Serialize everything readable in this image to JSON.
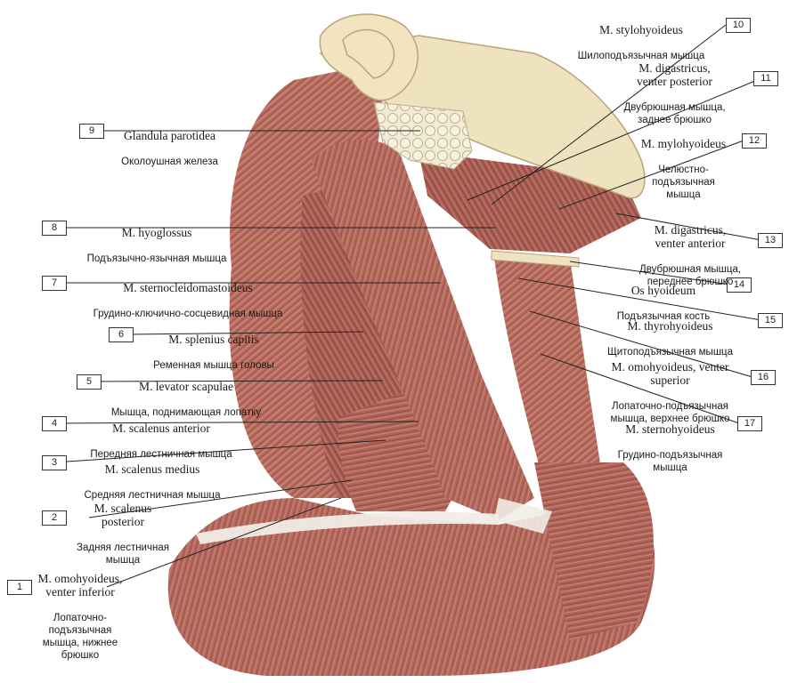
{
  "labels": [
    {
      "num": "1",
      "latin": "M. omohyoideus,\nventer inferior",
      "russian": "Лопаточно-\nподъязычная\nмышца, нижнее\nбрюшко"
    },
    {
      "num": "2",
      "latin": "M. scalenus\nposterior",
      "russian": "Задняя лестничная\nмышца"
    },
    {
      "num": "3",
      "latin": "M. scalenus medius",
      "russian": "Средняя лестничная мышца"
    },
    {
      "num": "4",
      "latin": "M. scalenus anterior",
      "russian": "Передняя лестничная мышца"
    },
    {
      "num": "5",
      "latin": "M. levator scapulae",
      "russian": "Мышца, поднимающая лопатку"
    },
    {
      "num": "6",
      "latin": "M. splenius capitis",
      "russian": "Ременная мышца головы"
    },
    {
      "num": "7",
      "latin": "M. sternocleidomastoideus",
      "russian": "Грудино-ключично-сосцевидная мышца"
    },
    {
      "num": "8",
      "latin": "M. hyoglossus",
      "russian": "Подъязычно-язычная мышца"
    },
    {
      "num": "9",
      "latin": "Glandula parotidea",
      "russian": "Околоушная железа"
    },
    {
      "num": "10",
      "latin": "M. stylohyoideus",
      "russian": "Шилоподъязычная мышца"
    },
    {
      "num": "11",
      "latin": "M. digastricus,\nventer posterior",
      "russian": "Двубрюшная мышца,\nзаднее брюшко"
    },
    {
      "num": "12",
      "latin": "M. mylohyoideus",
      "russian": "Челюстно-\nподъязычная\nмышца"
    },
    {
      "num": "13",
      "latin": "M. digastricus,\nventer anterior",
      "russian": "Двубрюшная мышца,\nпереднее брюшко"
    },
    {
      "num": "14",
      "latin": "Os hyoideum",
      "russian": "Подъязычная кость"
    },
    {
      "num": "15",
      "latin": "M. thyrohyoideus",
      "russian": "Щитоподъязычная мышца"
    },
    {
      "num": "16",
      "latin": "M. omohyoideus, venter\nsuperior",
      "russian": "Лопаточно-подъязычная\nмышца, верхнее брюшко"
    },
    {
      "num": "17",
      "latin": "M. sternohyoideus",
      "russian": "Грудино-подъязычная\nмышца"
    }
  ],
  "colors": {
    "muscle": "#b56a5e",
    "muscle_dark": "#7e3a33",
    "muscle_light": "#d99d8f",
    "tendon": "#f1ece6",
    "bone": "#efe2bf",
    "gland": "#f2ead2",
    "ear": "#f3e4c0"
  }
}
